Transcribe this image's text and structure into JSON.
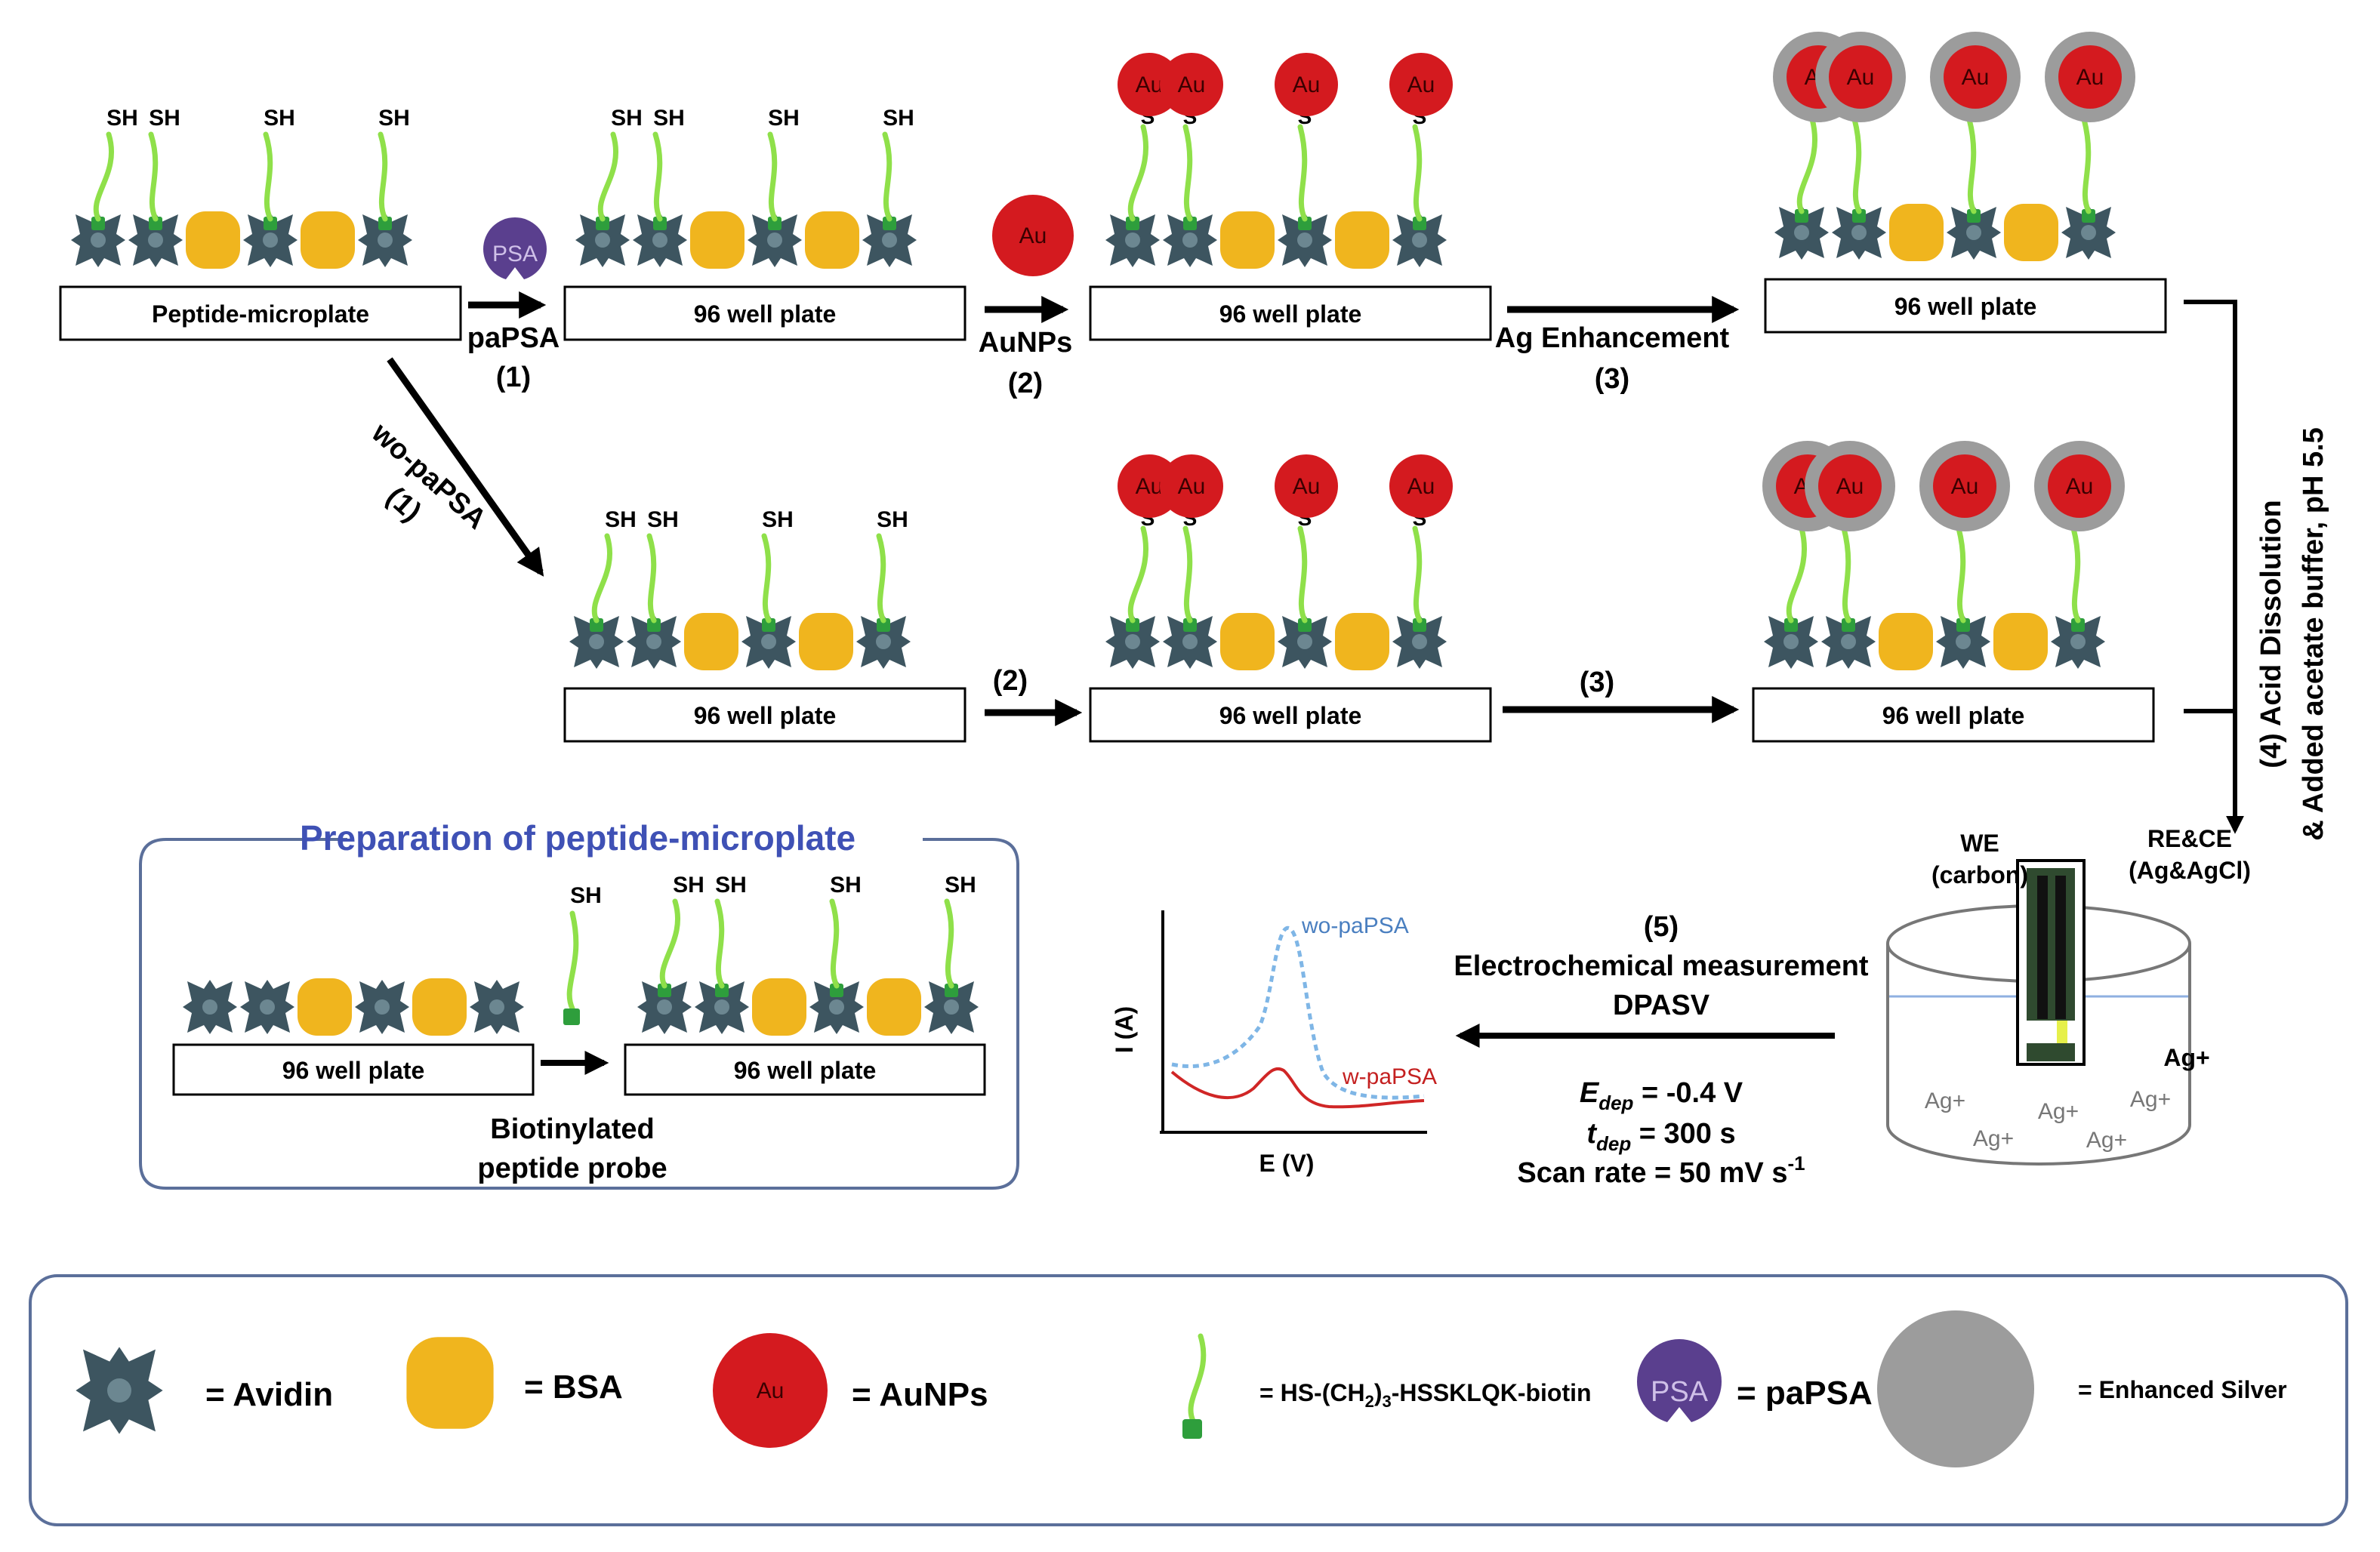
{
  "colors": {
    "avidin": "#3d5560",
    "biotin": "#2e9e3c",
    "peptide": "#8fe04a",
    "bsa": "#f0b51e",
    "au": "#d41a1f",
    "silver": "#9c9c9c",
    "papsa": "#5a3f8e",
    "title_blue": "#3f51b5",
    "frame_blue": "#5b6f9a",
    "wo_curve": "#7fb6e6",
    "w_curve": "#d02626"
  },
  "labels": {
    "sh": "SH",
    "s": "S",
    "au": "Au",
    "psa": "PSA",
    "peptide_microplate": "Peptide-microplate",
    "well_plate": "96 well plate"
  },
  "steps": {
    "s1_name": "paPSA",
    "s1_num": "(1)",
    "s2_name": "AuNPs",
    "s2_num": "(2)",
    "s3_name": "Ag Enhancement",
    "s3_num": "(3)",
    "wo_name": "wo-paPSA",
    "wo_num": "(1)",
    "b2_num": "(2)",
    "b3_num": "(3)",
    "s4_line1": "(4) Acid Dissolution",
    "s4_line2": "& Added acetate buffer, pH 5.5",
    "s5_num": "(5)",
    "s5_line1": "Electrochemical measurement",
    "s5_line2": "DPASV",
    "e_dep_main": "E",
    "e_dep_sub": "dep",
    "e_dep_val": " = -0.4 V",
    "t_dep_main": "t",
    "t_dep_sub": "dep",
    "t_dep_val": " = 300 s",
    "scan_main": "Scan rate = 50 mV s",
    "scan_sup": "-1"
  },
  "cell": {
    "we": "WE",
    "we_sub": "(carbon)",
    "re": "RE&CE",
    "re_sub": "(Ag&AgCl)",
    "ion": "Ag+"
  },
  "voltammogram": {
    "ylabel": "I (A)",
    "xlabel": "E (V)",
    "wo_label": "wo-paPSA",
    "w_label": "w-paPSA"
  },
  "prep": {
    "title": "Preparation of peptide-microplate",
    "probe_line1": "Biotinylated",
    "probe_line2": "peptide probe"
  },
  "legend": {
    "avidin": "= Avidin",
    "bsa": "= BSA",
    "aunps": "= AuNPs",
    "probe_a": "= HS-(CH",
    "probe_sub": "2",
    "probe_b": ")",
    "probe_sub2": "3",
    "probe_c": "-HSSKLQK-biotin",
    "papsa": "= paPSA",
    "silver": "= Enhanced Silver"
  }
}
